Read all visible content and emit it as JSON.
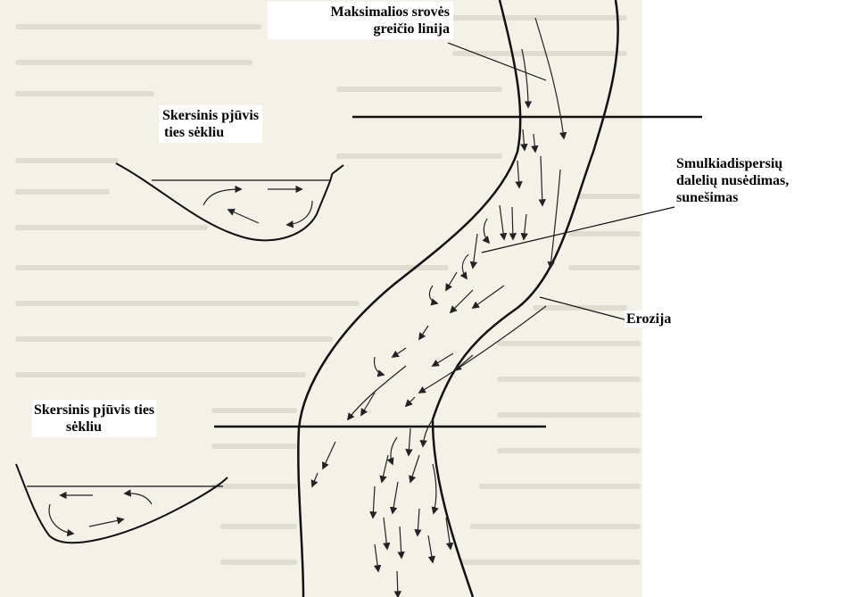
{
  "labels": {
    "max_velocity_line": [
      "Maksimalios srovės",
      "greičio linija"
    ],
    "cross_section_top": [
      "Skersinis pjūvis",
      "ties sėkliu"
    ],
    "fine_particles": [
      "Smulkiadispersių",
      "dalelių nusėdimas,",
      "sunešimas"
    ],
    "erosion": "Erozija",
    "cross_section_bottom": [
      "Skersinis pjūvis ties",
      "sėkliu"
    ]
  },
  "colors": {
    "background": "#f4f1e8",
    "ink": "#1a1a1a"
  }
}
